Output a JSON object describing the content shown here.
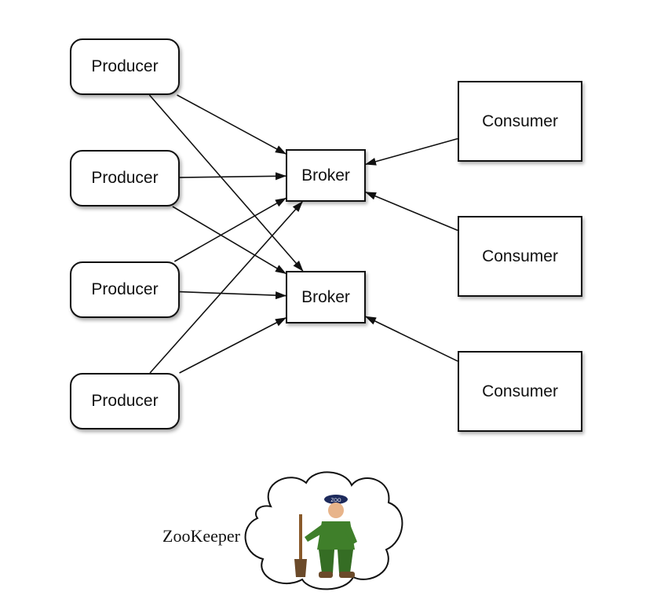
{
  "producers": [
    {
      "label": "Producer"
    },
    {
      "label": "Producer"
    },
    {
      "label": "Producer"
    },
    {
      "label": "Producer"
    }
  ],
  "brokers": [
    {
      "label": "Broker"
    },
    {
      "label": "Broker"
    }
  ],
  "consumers": [
    {
      "label": "Consumer"
    },
    {
      "label": "Consumer"
    },
    {
      "label": "Consumer"
    }
  ],
  "zookeeper": {
    "label": "ZooKeeper",
    "cap_text": "ZOO",
    "icon": "zookeeper-cloud-icon"
  },
  "edges": [
    {
      "from": "producer-1",
      "to": "broker-1"
    },
    {
      "from": "producer-1",
      "to": "broker-2"
    },
    {
      "from": "producer-2",
      "to": "broker-1"
    },
    {
      "from": "producer-2",
      "to": "broker-2"
    },
    {
      "from": "producer-3",
      "to": "broker-1"
    },
    {
      "from": "producer-3",
      "to": "broker-2"
    },
    {
      "from": "producer-4",
      "to": "broker-1"
    },
    {
      "from": "producer-4",
      "to": "broker-2"
    },
    {
      "from": "consumer-1",
      "to": "broker-1"
    },
    {
      "from": "consumer-2",
      "to": "broker-1"
    },
    {
      "from": "consumer-3",
      "to": "broker-2"
    }
  ],
  "colors": {
    "stroke": "#111111",
    "uniform": "#3f7f2a",
    "cap": "#1d2a5c",
    "skin": "#e8b48a"
  }
}
